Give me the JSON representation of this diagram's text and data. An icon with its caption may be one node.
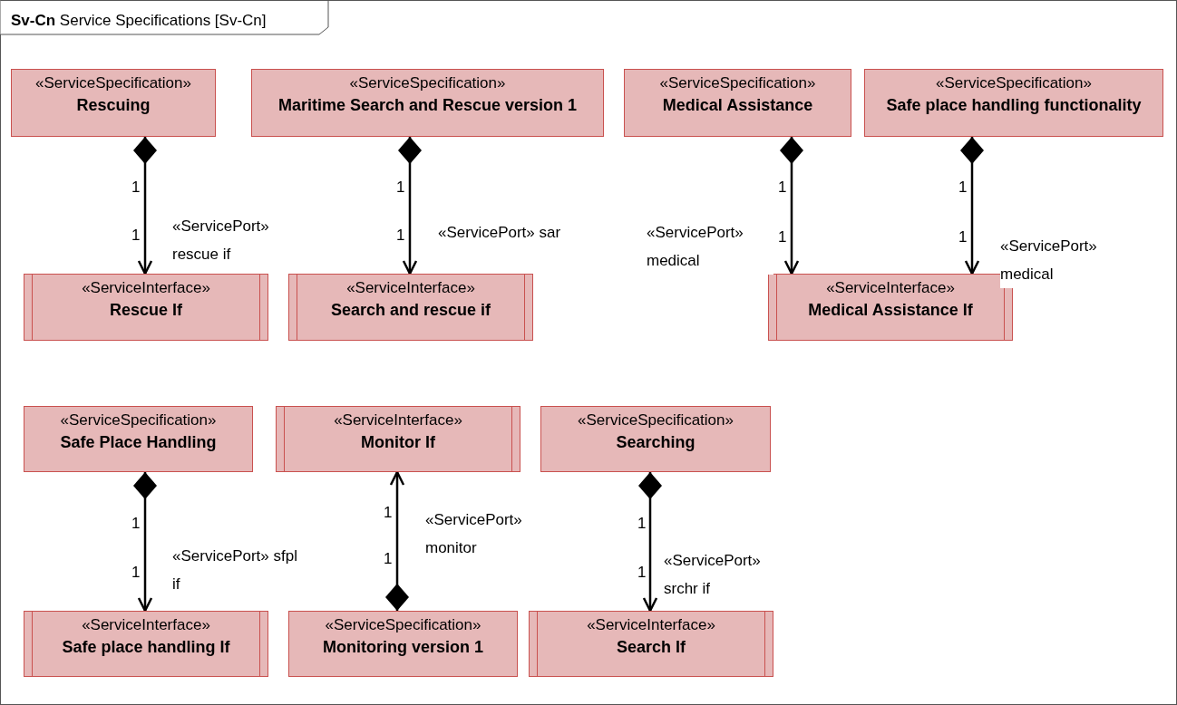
{
  "diagram": {
    "title": "**Sv-Cn** Service Specifications [Sv-Cn]",
    "nodes": [
      {
        "text": [
          "«ServiceSpecification»",
          "Rescuing"
        ]
      },
      {
        "text": [
          "«ServiceSpecification»",
          "Maritime Search and Rescue version 1"
        ]
      },
      {
        "text": [
          "«ServiceSpecification»",
          "Medical Assistance"
        ]
      },
      {
        "text": [
          "«ServiceSpecification»",
          "Safe place handling functionality"
        ]
      },
      {
        "text": [
          "«ServiceInterface»",
          "Rescue If"
        ]
      },
      {
        "text": [
          "«ServiceInterface»",
          "Search and rescue if"
        ]
      },
      {
        "text": [
          "«ServiceInterface»",
          "Medical Assistance If"
        ]
      },
      {
        "text": [
          "«ServiceSpecification»",
          "Safe Place Handling"
        ]
      },
      {
        "text": [
          "«ServiceInterface»",
          "Monitor If"
        ]
      },
      {
        "text": [
          "«ServiceSpecification»",
          "Searching"
        ]
      },
      {
        "text": [
          "«ServiceInterface»",
          "Safe place handling If"
        ]
      },
      {
        "text": [
          "«ServiceSpecification»",
          "Monitoring version 1"
        ]
      },
      {
        "text": [
          "«ServiceInterface»",
          "Search If"
        ]
      }
    ],
    "edges": [
      {
        "from": 0,
        "to": 4,
        "arrow": "to",
        "label": "«ServicePort» rescue if"
      },
      {
        "from": 1,
        "to": 5,
        "arrow": "to",
        "label": "«ServicePort» sar"
      },
      {
        "from": 2,
        "to": 6,
        "arrow": "to",
        "label": "«ServicePort» medical"
      },
      {
        "from": 3,
        "to": 6,
        "arrow": "to",
        "label": "«ServicePort» medical"
      },
      {
        "from": 7,
        "to": 10,
        "arrow": "to",
        "label": "«ServicePort» sfpl if"
      },
      {
        "from": 11,
        "to": 8,
        "arrow": "to",
        "label": "«ServicePort» monitor"
      },
      {
        "from": 9,
        "to": 12,
        "arrow": "to",
        "label": "«ServicePort» srchr if"
      }
    ],
    "labels": [
      "1",
      "1",
      "1",
      "1",
      "1",
      "1",
      "1",
      "1",
      "1",
      "1",
      "1",
      "1",
      "1",
      "1"
    ]
  }
}
